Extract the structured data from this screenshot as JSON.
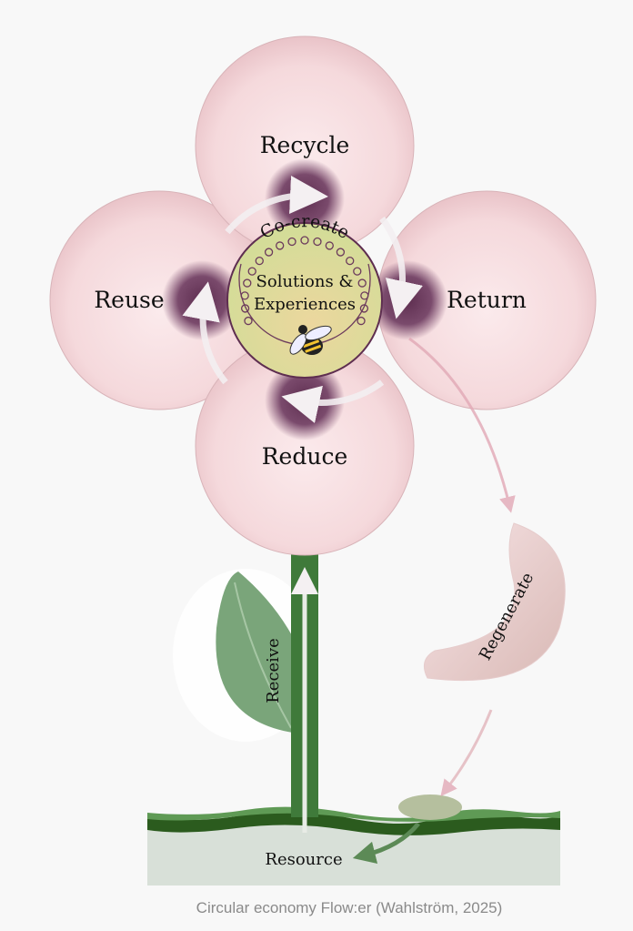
{
  "petals": {
    "top": "Recycle",
    "left": "Reuse",
    "right": "Return",
    "bottom": "Reduce"
  },
  "center": {
    "arc_label": "Co-create",
    "line1": "Solutions &",
    "line2": "Experiences"
  },
  "seed_label": "Regenerate",
  "leaf_label": "Receive",
  "ground_label": "Resource",
  "caption": "Circular economy Flow:er (Wahlström, 2025)",
  "colors": {
    "petal": "#f4d9dc",
    "petal_edge": "#d8b3b8",
    "spot": "#6b3a5c",
    "center": "#d6dc9a",
    "stem": "#3f7a3a",
    "ground": "#d8e0d8",
    "leaf": "#7aa57a"
  }
}
